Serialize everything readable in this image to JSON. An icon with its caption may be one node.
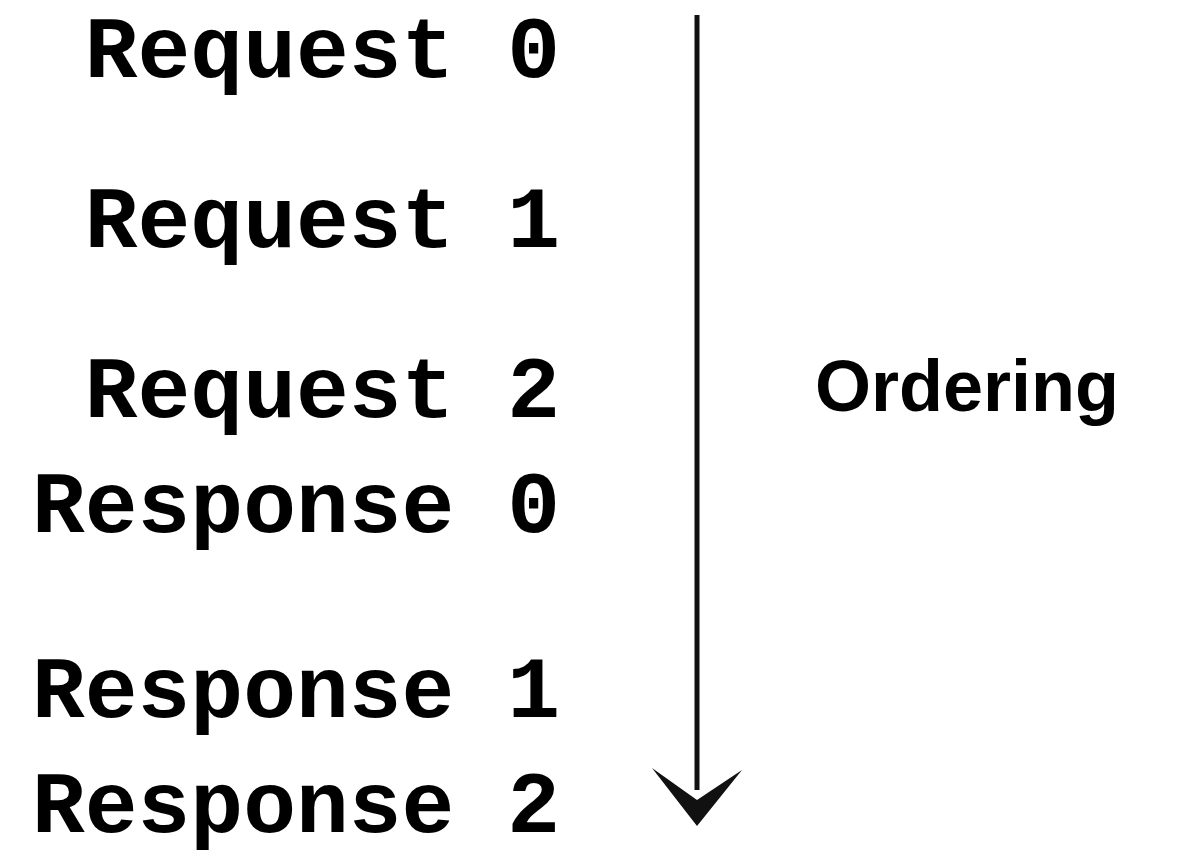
{
  "diagram": {
    "labels": [
      "Request 0",
      "Request 1",
      "Request 2",
      "Response 0",
      "Response 1",
      "Response 2",
      "Ordering"
    ]
  }
}
